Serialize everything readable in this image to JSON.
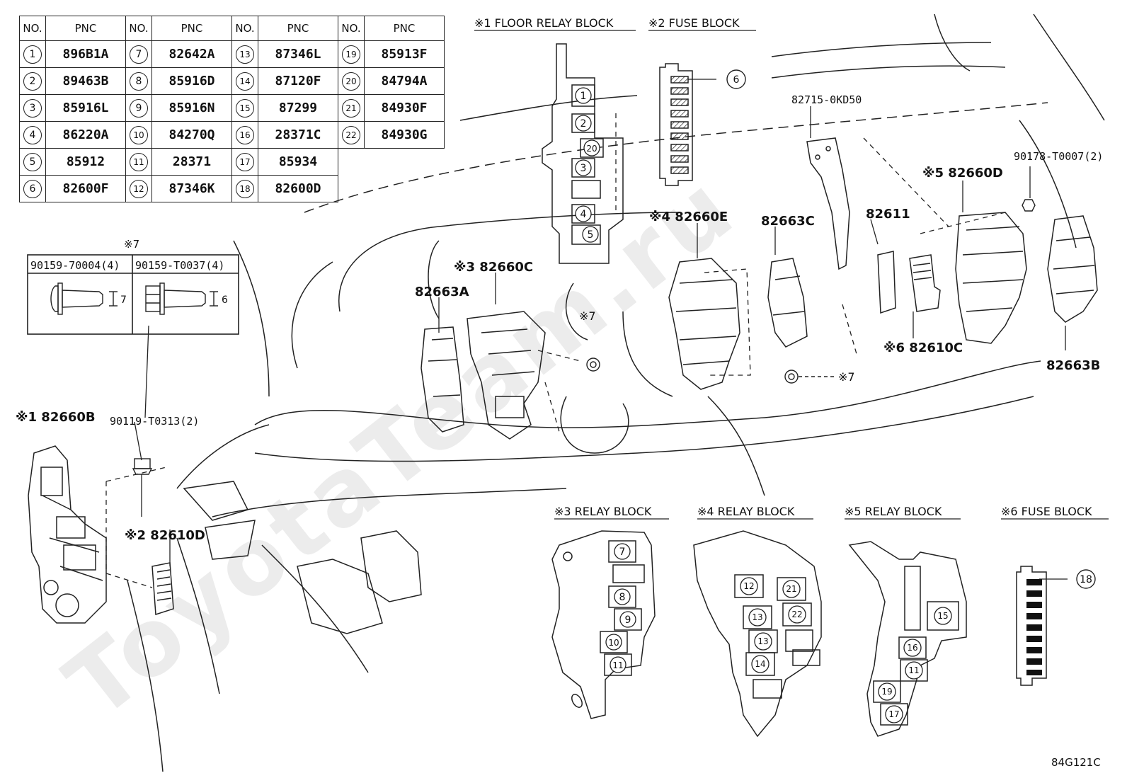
{
  "diagram_code": "84G121C",
  "watermark": "ToyotaTeam.ru",
  "table": {
    "headers": {
      "no": "NO.",
      "pnc": "PNC"
    },
    "entries": [
      {
        "no": "1",
        "pnc": "896B1A"
      },
      {
        "no": "2",
        "pnc": "89463B"
      },
      {
        "no": "3",
        "pnc": "85916L"
      },
      {
        "no": "4",
        "pnc": "86220A"
      },
      {
        "no": "5",
        "pnc": "85912"
      },
      {
        "no": "6",
        "pnc": "82600F"
      },
      {
        "no": "7",
        "pnc": "82642A"
      },
      {
        "no": "8",
        "pnc": "85916D"
      },
      {
        "no": "9",
        "pnc": "85916N"
      },
      {
        "no": "10",
        "pnc": "84270Q"
      },
      {
        "no": "11",
        "pnc": "28371"
      },
      {
        "no": "12",
        "pnc": "87346K"
      },
      {
        "no": "13",
        "pnc": "87346L"
      },
      {
        "no": "14",
        "pnc": "87120F"
      },
      {
        "no": "15",
        "pnc": "87299"
      },
      {
        "no": "16",
        "pnc": "28371C"
      },
      {
        "no": "17",
        "pnc": "85934"
      },
      {
        "no": "18",
        "pnc": "82600D"
      },
      {
        "no": "19",
        "pnc": "85913F"
      },
      {
        "no": "20",
        "pnc": "84794A"
      },
      {
        "no": "21",
        "pnc": "84930F"
      },
      {
        "no": "22",
        "pnc": "84930G"
      }
    ]
  },
  "bolt_table": {
    "ref": "※7",
    "left": {
      "part": "90159-70004(4)",
      "dim": "7"
    },
    "right": {
      "part": "90159-T0037(4)",
      "dim": "6"
    }
  },
  "block_titles": {
    "b1": "※1 FLOOR RELAY BLOCK",
    "b2": "※2 FUSE BLOCK",
    "b3": "※3 RELAY BLOCK",
    "b4": "※4 RELAY BLOCK",
    "b5": "※5 RELAY BLOCK",
    "b6": "※6 FUSE BLOCK"
  },
  "parts": {
    "p82660B": "※1 82660B",
    "p90119": "90119-T0313(2)",
    "p82610D": "※2 82610D",
    "p82663A": "82663A",
    "p82660C": "※3 82660C",
    "p82660E": "※4 82660E",
    "p82663C": "82663C",
    "p82715": "82715-0KD50",
    "p82611": "82611",
    "p82610C": "※6 82610C",
    "p82660D": "※5 82660D",
    "p90178": "90178-T0007(2)",
    "p82663B": "82663B",
    "ref7a": "※7",
    "ref7b": "※7"
  },
  "callouts": {
    "fuse2": "6",
    "fuse6": "18",
    "b1": [
      "1",
      "2",
      "20",
      "3",
      "4",
      "5"
    ],
    "b3": [
      "7",
      "8",
      "9",
      "10",
      "11"
    ],
    "b4": [
      "12",
      "21",
      "13",
      "22",
      "13",
      "14"
    ],
    "b5": [
      "15",
      "16",
      "11",
      "19",
      "17"
    ]
  }
}
